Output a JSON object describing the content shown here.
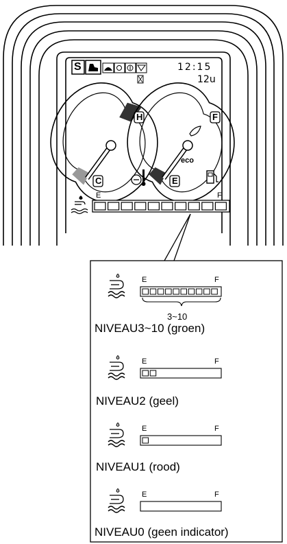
{
  "monitor": {
    "clock": "12:15",
    "hours": "12u",
    "mode_letter": "S",
    "coolant_gauge": {
      "hot_label": "H",
      "cold_label": "C"
    },
    "fuel_gauge": {
      "full_label": "F",
      "empty_label": "E",
      "eco_label": "eco"
    },
    "def_bar": {
      "empty_label": "E",
      "full_label": "F",
      "segments": 10
    }
  },
  "legend": {
    "range_note": "3~10",
    "levels": [
      {
        "caption": "NIVEAU3~10 (groen)",
        "segments": 10,
        "empty_label": "E",
        "full_label": "F"
      },
      {
        "caption": "NIVEAU2 (geel)",
        "segments": 2,
        "empty_label": "E",
        "full_label": "F"
      },
      {
        "caption": "NIVEAU1 (rood)",
        "segments": 1,
        "empty_label": "E",
        "full_label": "F"
      },
      {
        "caption": "NIVEAU0 (geen indicator)",
        "segments": 0,
        "empty_label": "E",
        "full_label": "F"
      }
    ]
  },
  "colors": {
    "green_band": "#999999",
    "dark_band": "#333333",
    "line": "#000000"
  }
}
